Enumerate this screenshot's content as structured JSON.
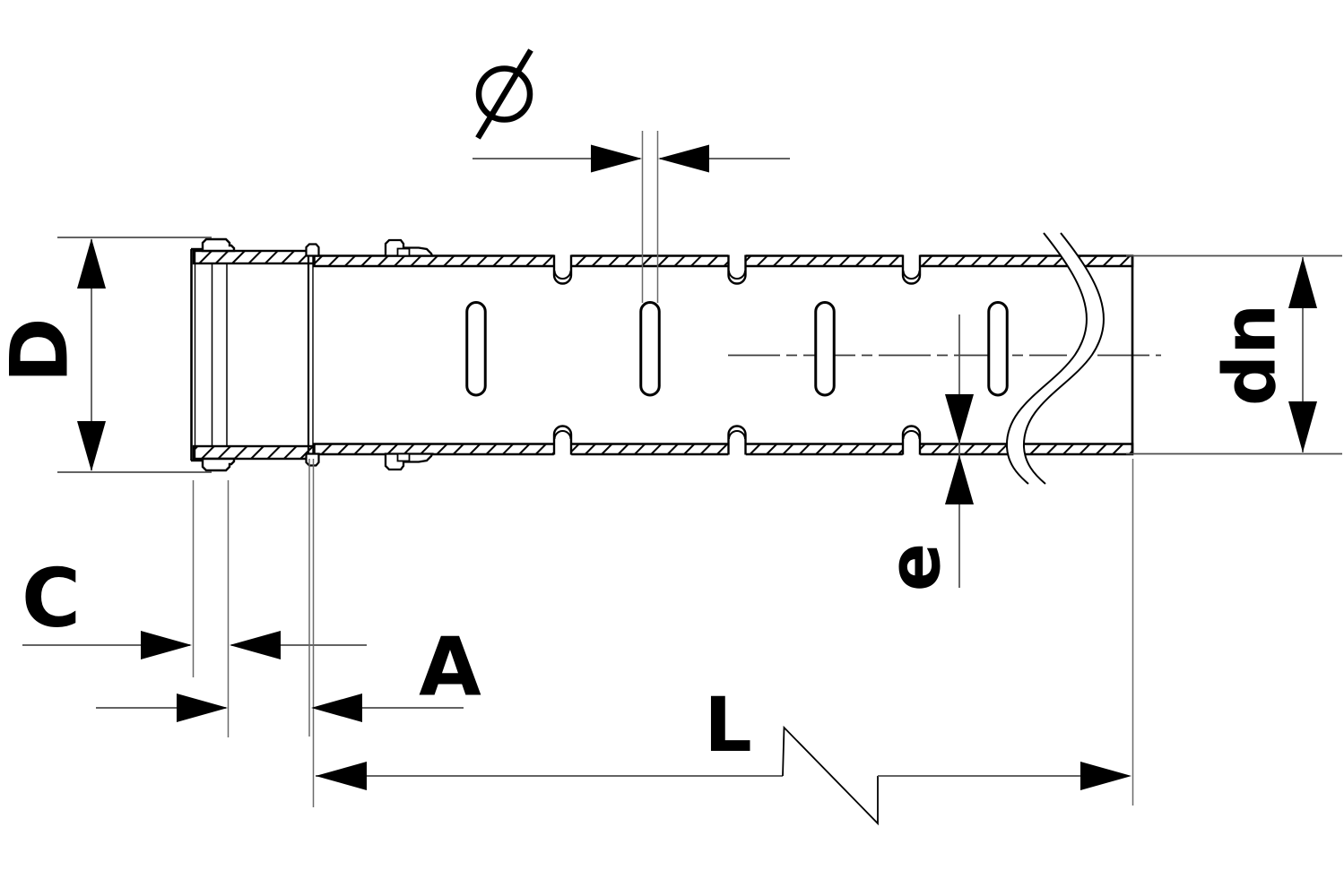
{
  "drawing": {
    "kind": "pipe-section-technical-drawing",
    "colors": {
      "background": "#ffffff",
      "ink": "#000000",
      "dimension_lines": "#4d4d4d"
    },
    "dimensions": {
      "D": {
        "label": "D"
      },
      "dn": {
        "label": "dn"
      },
      "e": {
        "label": "e"
      },
      "C": {
        "label": "C"
      },
      "A": {
        "label": "A"
      },
      "L": {
        "label": "L"
      },
      "slot_diameter": {
        "label": "Ø"
      }
    }
  }
}
